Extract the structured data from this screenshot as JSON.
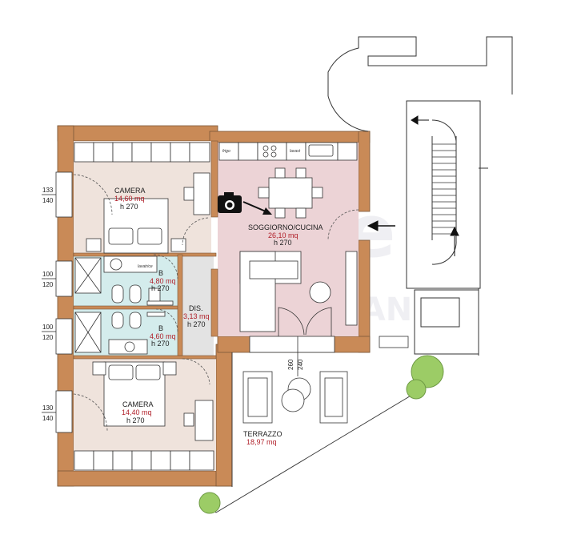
{
  "rooms": [
    {
      "name": "CAMERA",
      "area": "14,60 mq",
      "height": "h 270"
    },
    {
      "name": "B",
      "area": "4,80 mq",
      "height": "h 270"
    },
    {
      "name": "DIS.",
      "area": "3,13 mq",
      "height": "h 270"
    },
    {
      "name": "B",
      "area": "4,60 mq",
      "height": "h 270"
    },
    {
      "name": "CAMERA",
      "area": "14,40 mq",
      "height": "h 270"
    },
    {
      "name": "SOGGIORNO/CUCINA",
      "area": "26,10 mq",
      "height": "h 270"
    },
    {
      "name": "TERRAZZO",
      "area": "18,97 mq",
      "height": ""
    }
  ],
  "window_dims": [
    {
      "top": "133",
      "bottom": "140"
    },
    {
      "top": "100",
      "bottom": "120"
    },
    {
      "top": "100",
      "bottom": "120"
    },
    {
      "top": "130",
      "bottom": "140"
    }
  ],
  "door_dims": {
    "a": "260",
    "b": "240"
  },
  "fixture_labels": {
    "frigo": "frigo",
    "lavast": "lavast",
    "lavatrice": "lavatrice"
  },
  "colors": {
    "wall": "#c98a57",
    "bedroom_floor": "#efe3dc",
    "bath_floor": "#d4ecec",
    "living_floor": "#ecd3d6",
    "corridor_floor": "#e3e3e3",
    "area_text": "#b0202a",
    "tree": "#9ccc66"
  },
  "icons": [
    "camera-icon",
    "entrance-arrow-icon",
    "stair-arrow-icon",
    "tree-icon"
  ]
}
